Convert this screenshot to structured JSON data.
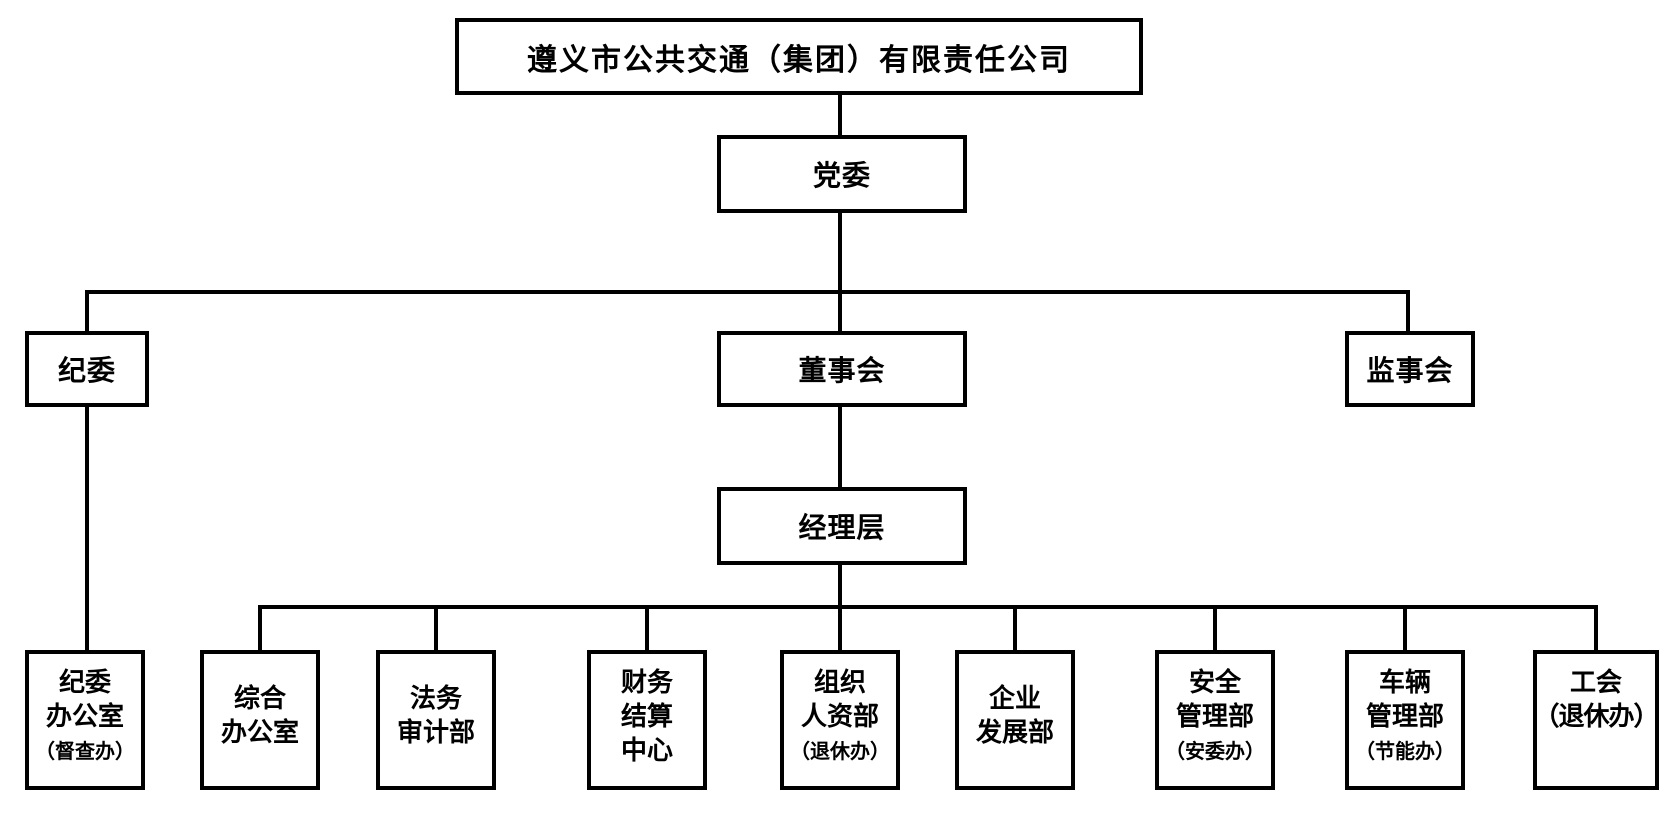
{
  "org_chart": {
    "nodes": {
      "company": "遵义市公共交通（集团）有限责任公司",
      "party_committee": "党委",
      "discipline_committee": "纪委",
      "board_of_directors": "董事会",
      "supervisory_board": "监事会",
      "management_team": "经理层"
    },
    "departments": {
      "discipline_office": {
        "lines": [
          "纪委",
          "办公室"
        ],
        "sub": "（督查办）"
      },
      "general_office": {
        "lines": [
          "综合",
          "办公室"
        ]
      },
      "legal_audit": {
        "lines": [
          "法务",
          "审计部"
        ]
      },
      "finance_settlement": {
        "lines": [
          "财务",
          "结算",
          "中心"
        ]
      },
      "org_hr": {
        "lines": [
          "组织",
          "人资部"
        ],
        "sub": "（退休办）"
      },
      "enterprise_dev": {
        "lines": [
          "企业",
          "发展部"
        ]
      },
      "safety_mgmt": {
        "lines": [
          "安全",
          "管理部"
        ],
        "sub": "（安委办）"
      },
      "vehicle_mgmt": {
        "lines": [
          "车辆",
          "管理部"
        ],
        "sub": "（节能办）"
      },
      "labor_union": {
        "lines": [
          "工会",
          "（退休办）"
        ]
      }
    },
    "colors": {
      "background": "#ffffff",
      "line": "#000000",
      "box_border": "#000000",
      "text": "#000000"
    }
  }
}
